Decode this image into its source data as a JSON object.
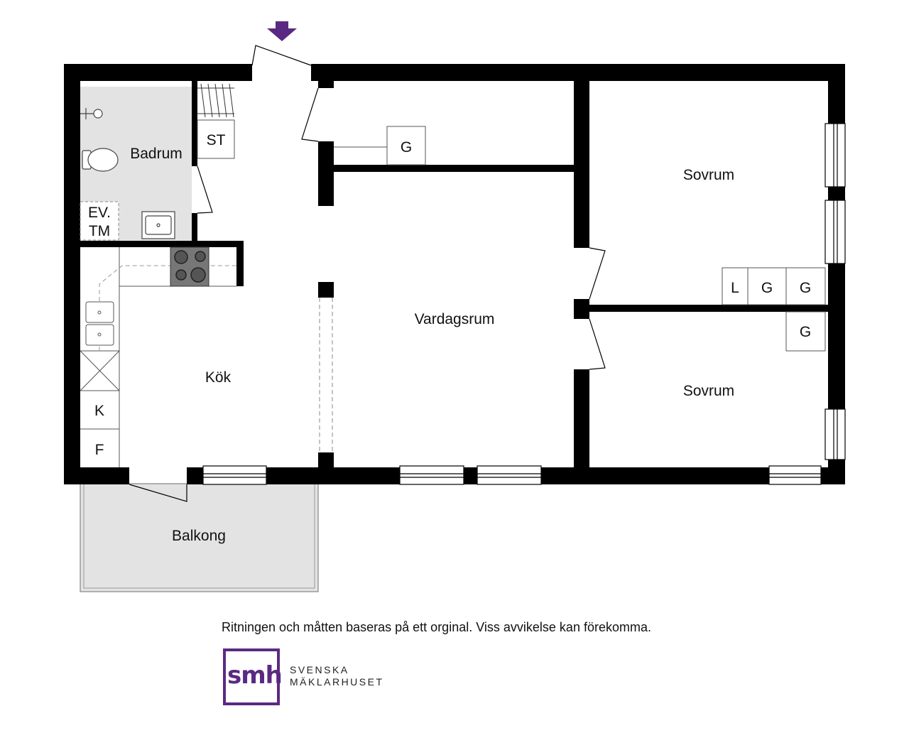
{
  "rooms": {
    "badrum": "Badrum",
    "kok": "Kök",
    "vardagsrum": "Vardagsrum",
    "sovrum_top": "Sovrum",
    "sovrum_bottom": "Sovrum",
    "balkong": "Balkong"
  },
  "fixtures": {
    "st": "ST",
    "ev": "EV.",
    "tm": "TM",
    "g_hall": "G",
    "l": "L",
    "g_1": "G",
    "g_2": "G",
    "g_3": "G",
    "k": "K",
    "f": "F"
  },
  "disclaimer": "Ritningen och måtten baseras på ett orginal. Viss avvikelse kan förekomma.",
  "logo": {
    "mark": "smh",
    "line1": "SVENSKA",
    "line2": "MÄKLARHUSET"
  },
  "colors": {
    "wall": "#000000",
    "wet_area": "#e3e3e3",
    "brand": "#5a2a82"
  },
  "icons": [
    "entrance-arrow-icon",
    "shower-icon",
    "toilet-icon",
    "sink-icon",
    "stove-icon",
    "kitchen-sink-icon"
  ]
}
